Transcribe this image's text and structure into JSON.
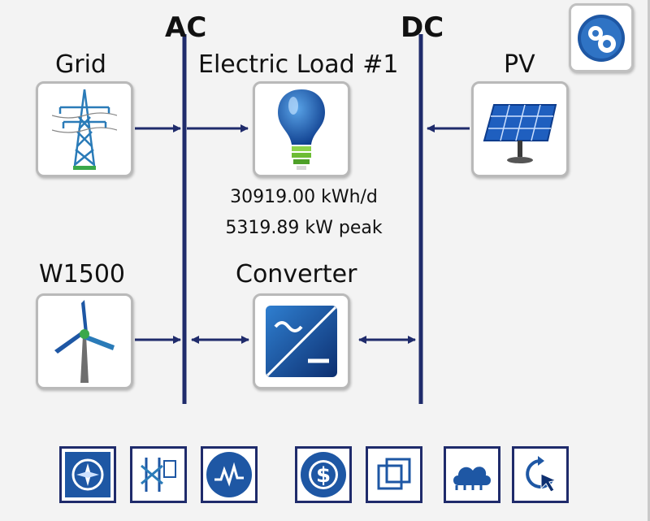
{
  "buses": {
    "ac_label": "AC",
    "dc_label": "DC"
  },
  "components": {
    "grid": {
      "label": "Grid",
      "icon": "power-tower-icon"
    },
    "load": {
      "label": "Electric Load #1",
      "icon": "light-bulb-icon",
      "daily_energy": "30919.00 kWh/d",
      "peak": "5319.89 kW peak"
    },
    "pv": {
      "label": "PV",
      "icon": "solar-panel-icon"
    },
    "wind": {
      "label": "W1500",
      "icon": "wind-turbine-icon"
    },
    "converter": {
      "label": "Converter",
      "icon": "converter-icon"
    }
  },
  "corner_button": {
    "icon": "gears-icon"
  },
  "toolbar": [
    {
      "icon": "compass-icon"
    },
    {
      "icon": "sensitivity-icon"
    },
    {
      "icon": "waveform-icon"
    },
    {
      "icon": "dollar-icon"
    },
    {
      "icon": "layers-icon"
    },
    {
      "icon": "cloud-icon"
    },
    {
      "icon": "cursor-refresh-icon"
    }
  ],
  "colors": {
    "bus_line": "#1f2b6b",
    "icon_blue": "#1e57a4",
    "tile_border": "#b9b9b9",
    "background": "#f3f3f3"
  }
}
